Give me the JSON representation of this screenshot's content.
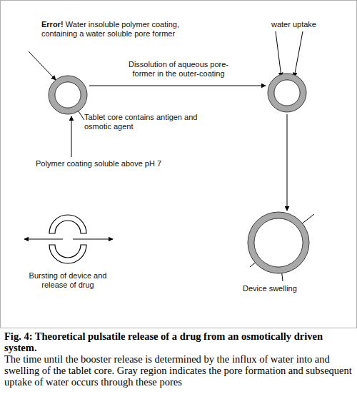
{
  "diagram": {
    "caption": "Fig. 4: Theoretical pulsatile release of a drug from an osmotically driven system.",
    "nodes": [
      {
        "text": [
          "Error!",
          "Water insoluble polymer coating, containing a water soluble pore former",
          "Tablet core contains antigen and osmotic agent",
          "Polymer coating soluble above pH 7"
        ]
      },
      {
        "text": [
          "water uptake"
        ]
      },
      {
        "text": [
          "Bursting of device and release of drug"
        ]
      },
      {
        "text": [
          "Device swelling"
        ]
      }
    ],
    "edges": [
      {
        "from": 0,
        "to": 1,
        "arrow": "to",
        "label": "Dissolution of aqueous pore-former in the outer-coating"
      },
      {
        "from": 1,
        "to": 3,
        "arrow": "to"
      }
    ],
    "labels": [
      "The time until the booster release is determined by the influx of water into and swelling of the tablet core. Gray region indicates the pore formation and subsequent uptake of water occurs through these pores"
    ]
  }
}
